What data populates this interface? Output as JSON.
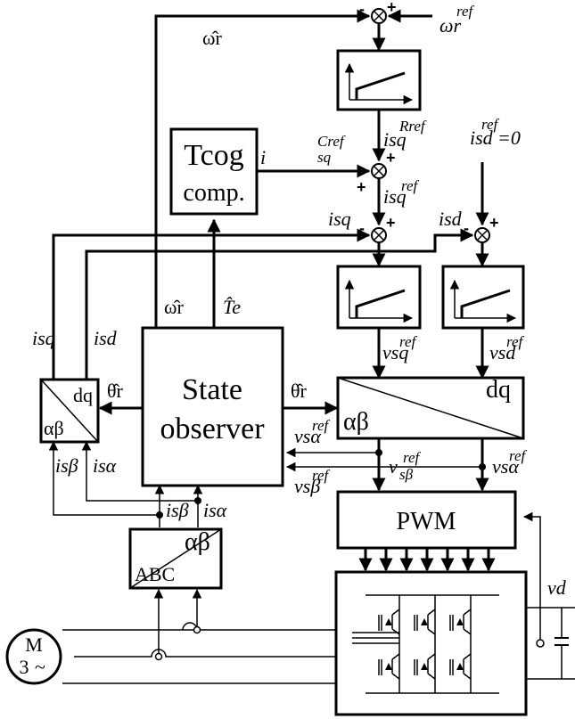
{
  "blocks": {
    "tcog_line1": "Tcog",
    "tcog_line2": "comp.",
    "observer_line1": "State",
    "observer_line2": "observer",
    "pwm": "PWM",
    "park_dq": "dq",
    "park_ab": "αβ",
    "invpark_ab": "αβ",
    "invpark_dq": "dq",
    "clarke_ab": "αβ",
    "clarke_abc": "ABC",
    "motor_M": "M",
    "motor_3": "3",
    "motor_tilde": "~"
  },
  "signals": {
    "omega_hat_top": "ω̂r",
    "omega_ref": "ωr",
    "omega_ref_sup": "ref",
    "isq_Rref": "isq",
    "isq_Rref_sup": "Rref",
    "cogging_i": "i",
    "cogging_sq": "sq",
    "cogging_sup": "Cref",
    "isq_ref": "isq",
    "isq_ref_sup": "ref",
    "isd_ref": "isd",
    "isd_ref_sup": "ref",
    "isd_ref_val": "=0",
    "isq_fb": "isq",
    "isd_fb": "isd",
    "omega_hat_mid": "ω̂r",
    "Te_hat": "T̂e",
    "isq_left": "isq",
    "isd_left": "isd",
    "theta_left": "θ̂r",
    "theta_right": "θ̂r",
    "vsq_ref": "vsq",
    "vsq_ref_sup": "ref",
    "vsd_ref": "vsd",
    "vsd_ref_sup": "ref",
    "vsa_ref_obs": "vsα",
    "vsa_ref_obs_sup": "ref",
    "vsb_ref_obs": "vsβ",
    "vsb_ref_obs_sup": "ref",
    "vsb_ref_mid": "v",
    "vsb_ref_mid_sub": "sβ",
    "vsb_ref_mid_sup": "ref",
    "vsa_ref_right": "vsα",
    "vsa_ref_right_sup": "ref",
    "isb_left": "isβ",
    "isa_left": "isα",
    "isb_mid": "isβ",
    "isa_mid": "isα",
    "vd": "vd"
  },
  "signs": {
    "s1_minus": "-",
    "s1_plus": "+",
    "s2_plus_top": "+",
    "s2_plus_bottom": "+",
    "s3_minus": "-",
    "s3_plus": "+",
    "s4_minus": "-",
    "s4_plus": "+"
  }
}
